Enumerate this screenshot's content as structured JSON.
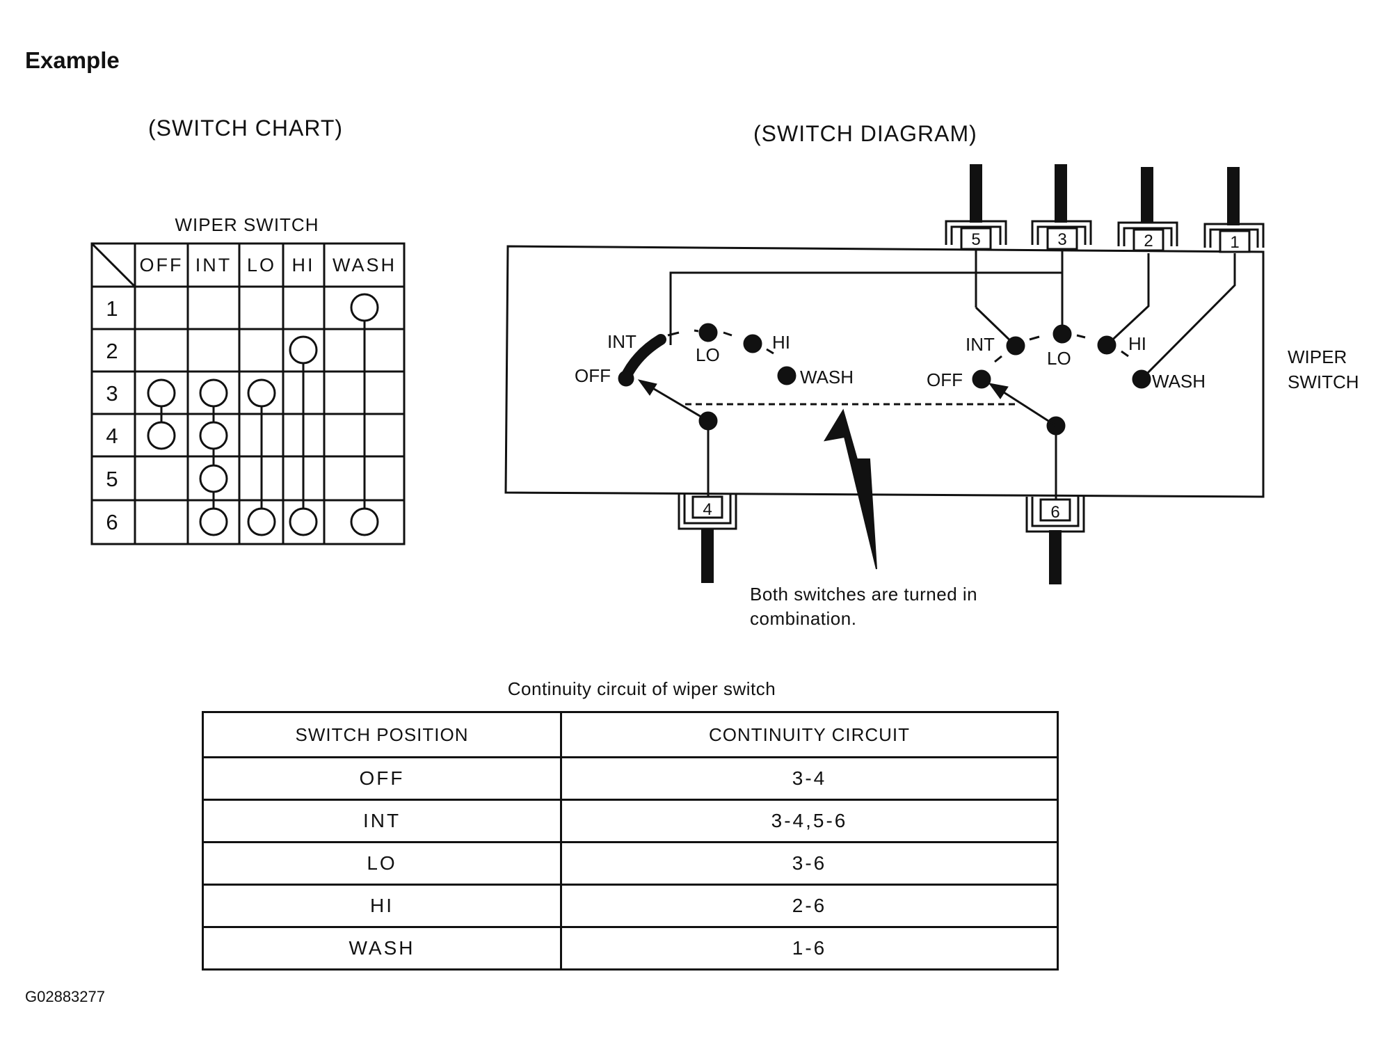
{
  "page_title": "Example",
  "figure_id": "G02883277",
  "switch_chart": {
    "heading": "(SWITCH CHART)",
    "title": "WIPER SWITCH",
    "columns": [
      "OFF",
      "INT",
      "LO",
      "HI",
      "WASH"
    ],
    "rows": [
      "1",
      "2",
      "3",
      "4",
      "5",
      "6"
    ],
    "connections": [
      {
        "column": "OFF",
        "terminals": [
          "3",
          "4"
        ]
      },
      {
        "column": "INT",
        "terminals": [
          "3",
          "4",
          "5",
          "6"
        ]
      },
      {
        "column": "LO",
        "terminals": [
          "3",
          "6"
        ]
      },
      {
        "column": "HI",
        "terminals": [
          "2",
          "6"
        ]
      },
      {
        "column": "WASH",
        "terminals": [
          "1",
          "6"
        ]
      }
    ]
  },
  "switch_diagram": {
    "heading": "(SWITCH DIAGRAM)",
    "side_label_line1": "WIPER",
    "side_label_line2": "SWITCH",
    "top_terminals": [
      "5",
      "3",
      "2",
      "1"
    ],
    "bottom_terminals": [
      "4",
      "6"
    ],
    "left_switch_positions": [
      "INT",
      "OFF",
      "LO",
      "HI",
      "WASH"
    ],
    "right_switch_positions": [
      "INT",
      "OFF",
      "LO",
      "HI",
      "WASH"
    ],
    "note_line1": "Both switches are turned in",
    "note_line2": "combination."
  },
  "continuity_table": {
    "caption": "Continuity circuit of wiper switch",
    "headers": [
      "SWITCH POSITION",
      "CONTINUITY CIRCUIT"
    ],
    "rows": [
      {
        "position": "OFF",
        "circuit": "3-4"
      },
      {
        "position": "INT",
        "circuit": "3-4,5-6"
      },
      {
        "position": "LO",
        "circuit": "3-6"
      },
      {
        "position": "HI",
        "circuit": "2-6"
      },
      {
        "position": "WASH",
        "circuit": "1-6"
      }
    ]
  }
}
